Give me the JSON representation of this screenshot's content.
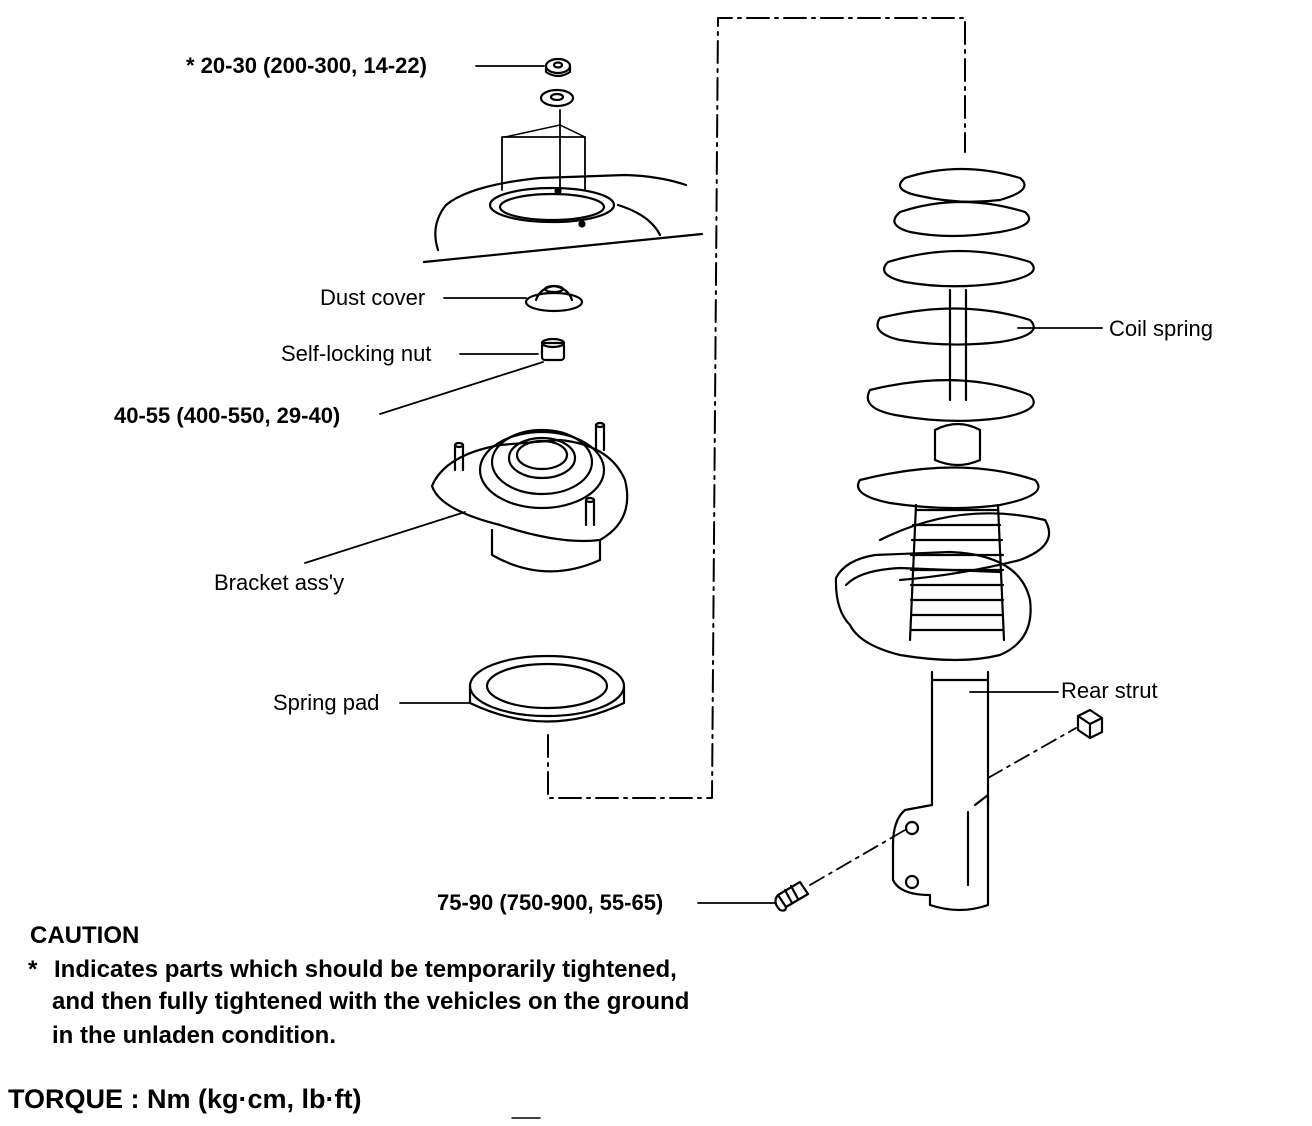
{
  "labels": {
    "torque_top_nut": "* 20-30 (200-300, 14-22)",
    "dust_cover": "Dust cover",
    "self_locking_nut": "Self-locking nut",
    "torque_self_locking_nut": "40-55 (400-550, 29-40)",
    "bracket_assy": "Bracket ass'y",
    "spring_pad": "Spring pad",
    "coil_spring": "Coil spring",
    "rear_strut": "Rear strut",
    "torque_lower_bolt": "75-90 (750-900, 55-65)"
  },
  "caution": {
    "title": "CAUTION",
    "marker": "*",
    "line1": "Indicates parts which should be temporarily tightened,",
    "line2": "and then fully tightened with the vehicles on the ground",
    "line3": "in the unladen condition."
  },
  "torque_units": "TORQUE : Nm (kg·cm, lb·ft)"
}
